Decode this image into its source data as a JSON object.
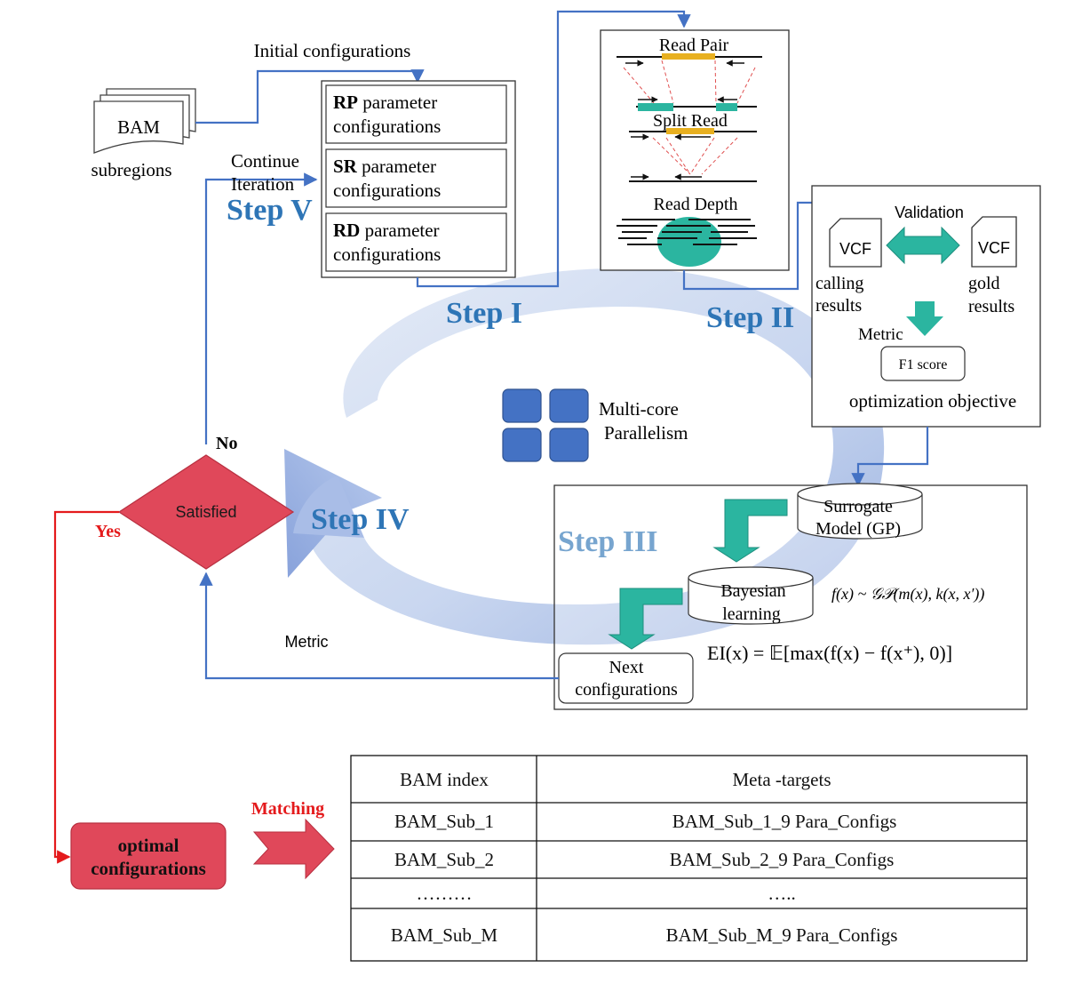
{
  "steps": {
    "step1": "Step I",
    "step2": "Step II",
    "step3": "Step III",
    "step4": "Step IV",
    "step5": "Step V"
  },
  "bam": {
    "label": "BAM",
    "caption": "subregions",
    "initial_config_label": "Initial configurations"
  },
  "continue_iteration": {
    "line1": "Continue",
    "line2": "Iteration"
  },
  "parameter_configs": [
    {
      "bold": "RP",
      "rest": " parameter",
      "line2": "configurations"
    },
    {
      "bold": "SR",
      "rest": " parameter",
      "line2": "configurations"
    },
    {
      "bold": "RD",
      "rest": " parameter",
      "line2": "configurations"
    }
  ],
  "sv_signals": {
    "read_pair": "Read Pair",
    "split_read": "Split Read",
    "read_depth": "Read Depth"
  },
  "validation": {
    "title": "Validation",
    "vcf_left": "VCF",
    "vcf_right": "VCF",
    "calling_line1": "calling",
    "calling_line2": "results",
    "gold_line1": "gold",
    "gold_line2": "results",
    "metric": "Metric",
    "f1": "F1 score",
    "objective": "optimization objective"
  },
  "parallel": {
    "line1": "Multi-core",
    "line2": "Parallelism"
  },
  "step3_box": {
    "surrogate_line1": "Surrogate",
    "surrogate_line2": "Model (GP)",
    "bayes_line1": "Bayesian",
    "bayes_line2": "learning",
    "gp_formula": "f(x) ~ 𝒢𝒫(m(x), k(x, x′))",
    "ei_formula": "EI(x) = 𝔼[max(f(x) − f(x⁺), 0)]",
    "next_line1": "Next",
    "next_line2": "configurations"
  },
  "decision": {
    "label": "Satisfied",
    "no": "No",
    "yes": "Yes",
    "metric": "Metric"
  },
  "optimal": {
    "line1": "optimal",
    "line2": "configurations",
    "matching": "Matching"
  },
  "table": {
    "headers": [
      "BAM index",
      "Meta -targets"
    ],
    "rows": [
      [
        "BAM_Sub_1",
        "BAM_Sub_1_9 Para_Configs"
      ],
      [
        "BAM_Sub_2",
        "BAM_Sub_2_9 Para_Configs"
      ],
      [
        "………",
        "….."
      ],
      [
        "BAM_Sub_M",
        "BAM_Sub_M_9 Para_Configs"
      ]
    ]
  },
  "colors": {
    "step_blue": "#2E75B6",
    "connector_blue": "#4472C4",
    "teal": "#2BB5A0",
    "gold": "#E8B020",
    "decision_red": "#E0485A",
    "yes_red": "#E41A1C",
    "core_blue": "#4472C4"
  }
}
